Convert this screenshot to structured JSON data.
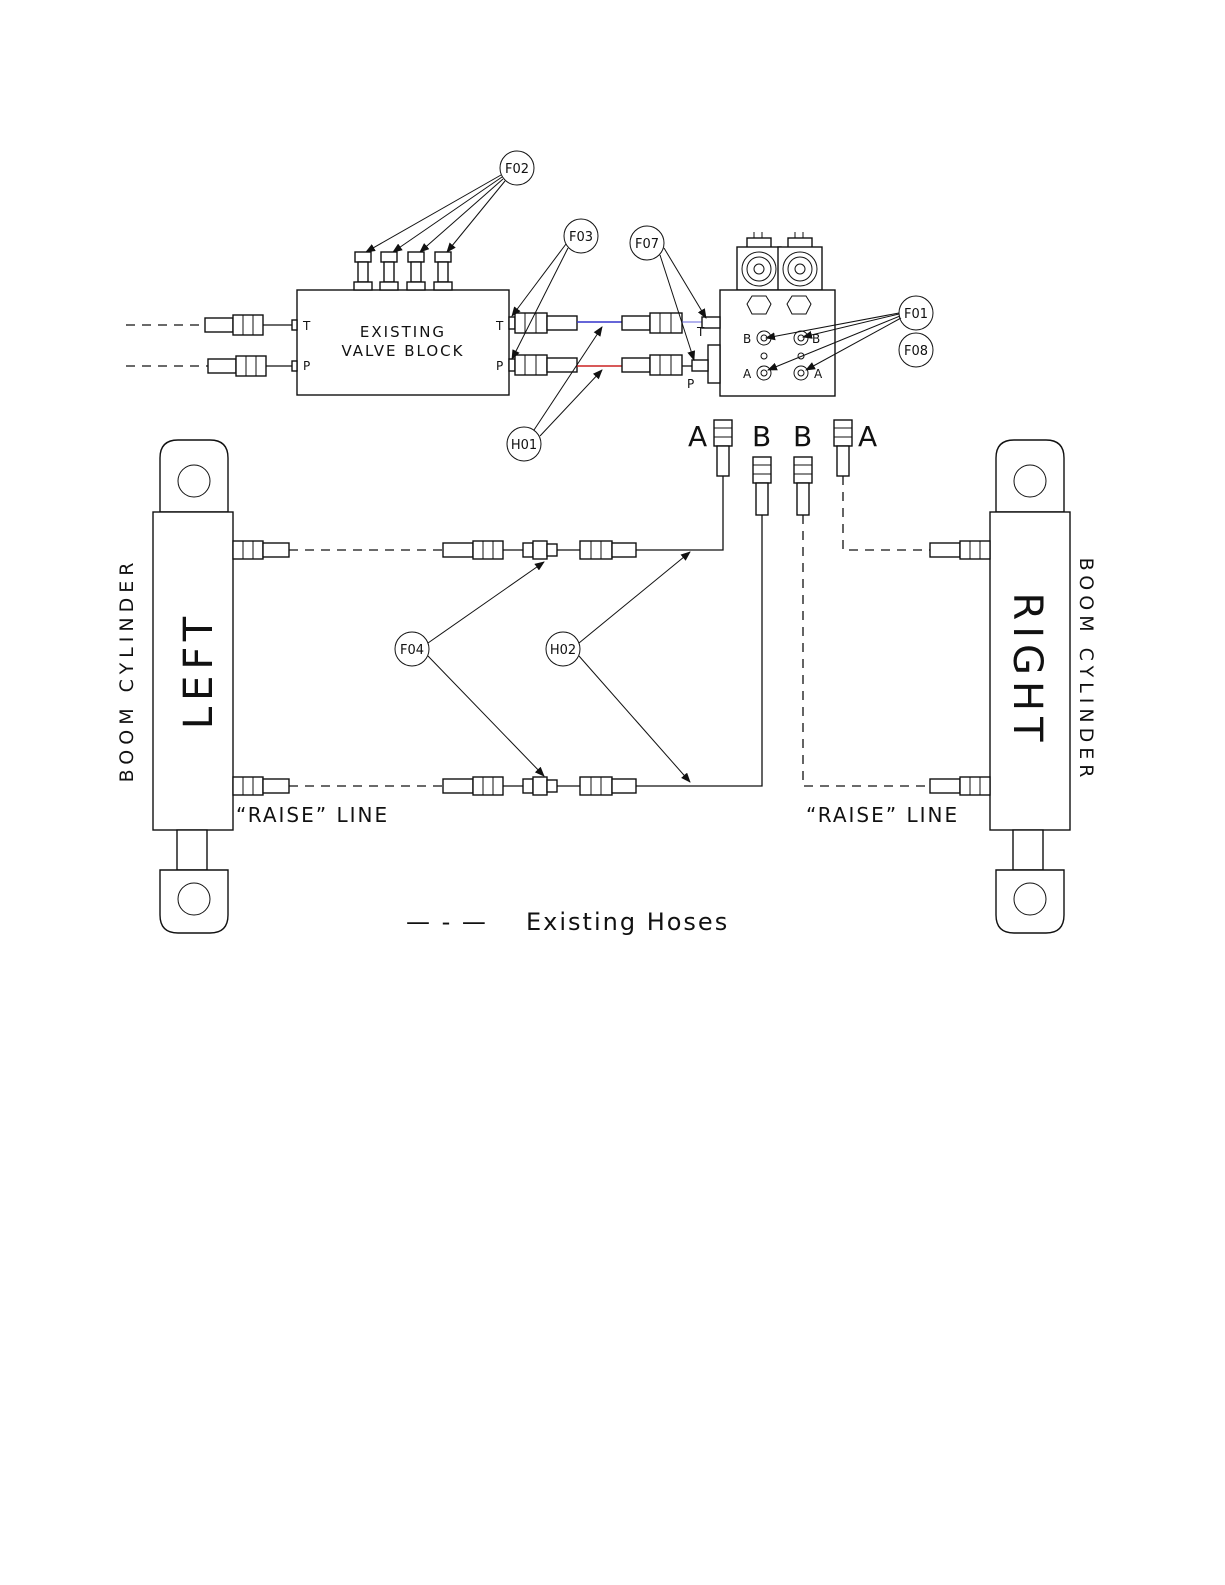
{
  "balloons": {
    "f01": "F01",
    "f02": "F02",
    "f03": "F03",
    "f04": "F04",
    "f07": "F07",
    "f08": "F08",
    "h01": "H01",
    "h02": "H02"
  },
  "valve_block": {
    "line1": "EXISTING",
    "line2": "VALVE BLOCK",
    "port_t": "T",
    "port_p": "P"
  },
  "manifold_ports": {
    "t": "T",
    "p": "P",
    "a": "A",
    "b": "B"
  },
  "hose_ends": {
    "left_a": "A",
    "left_b": "B",
    "right_b": "B",
    "right_a": "A"
  },
  "left_cylinder": {
    "name": "LEFT",
    "caption": "BOOM CYLINDER",
    "raise_label": "“RAISE” LINE"
  },
  "right_cylinder": {
    "name": "RIGHT",
    "caption": "BOOM CYLINDER",
    "raise_label": "“RAISE” LINE"
  },
  "legend": {
    "dash_sample": "—  -  —",
    "text": "Existing Hoses"
  },
  "colors": {
    "line": "#111111",
    "tank_line": "#3333cc",
    "pressure_line": "#cc2222",
    "background": "#ffffff"
  }
}
